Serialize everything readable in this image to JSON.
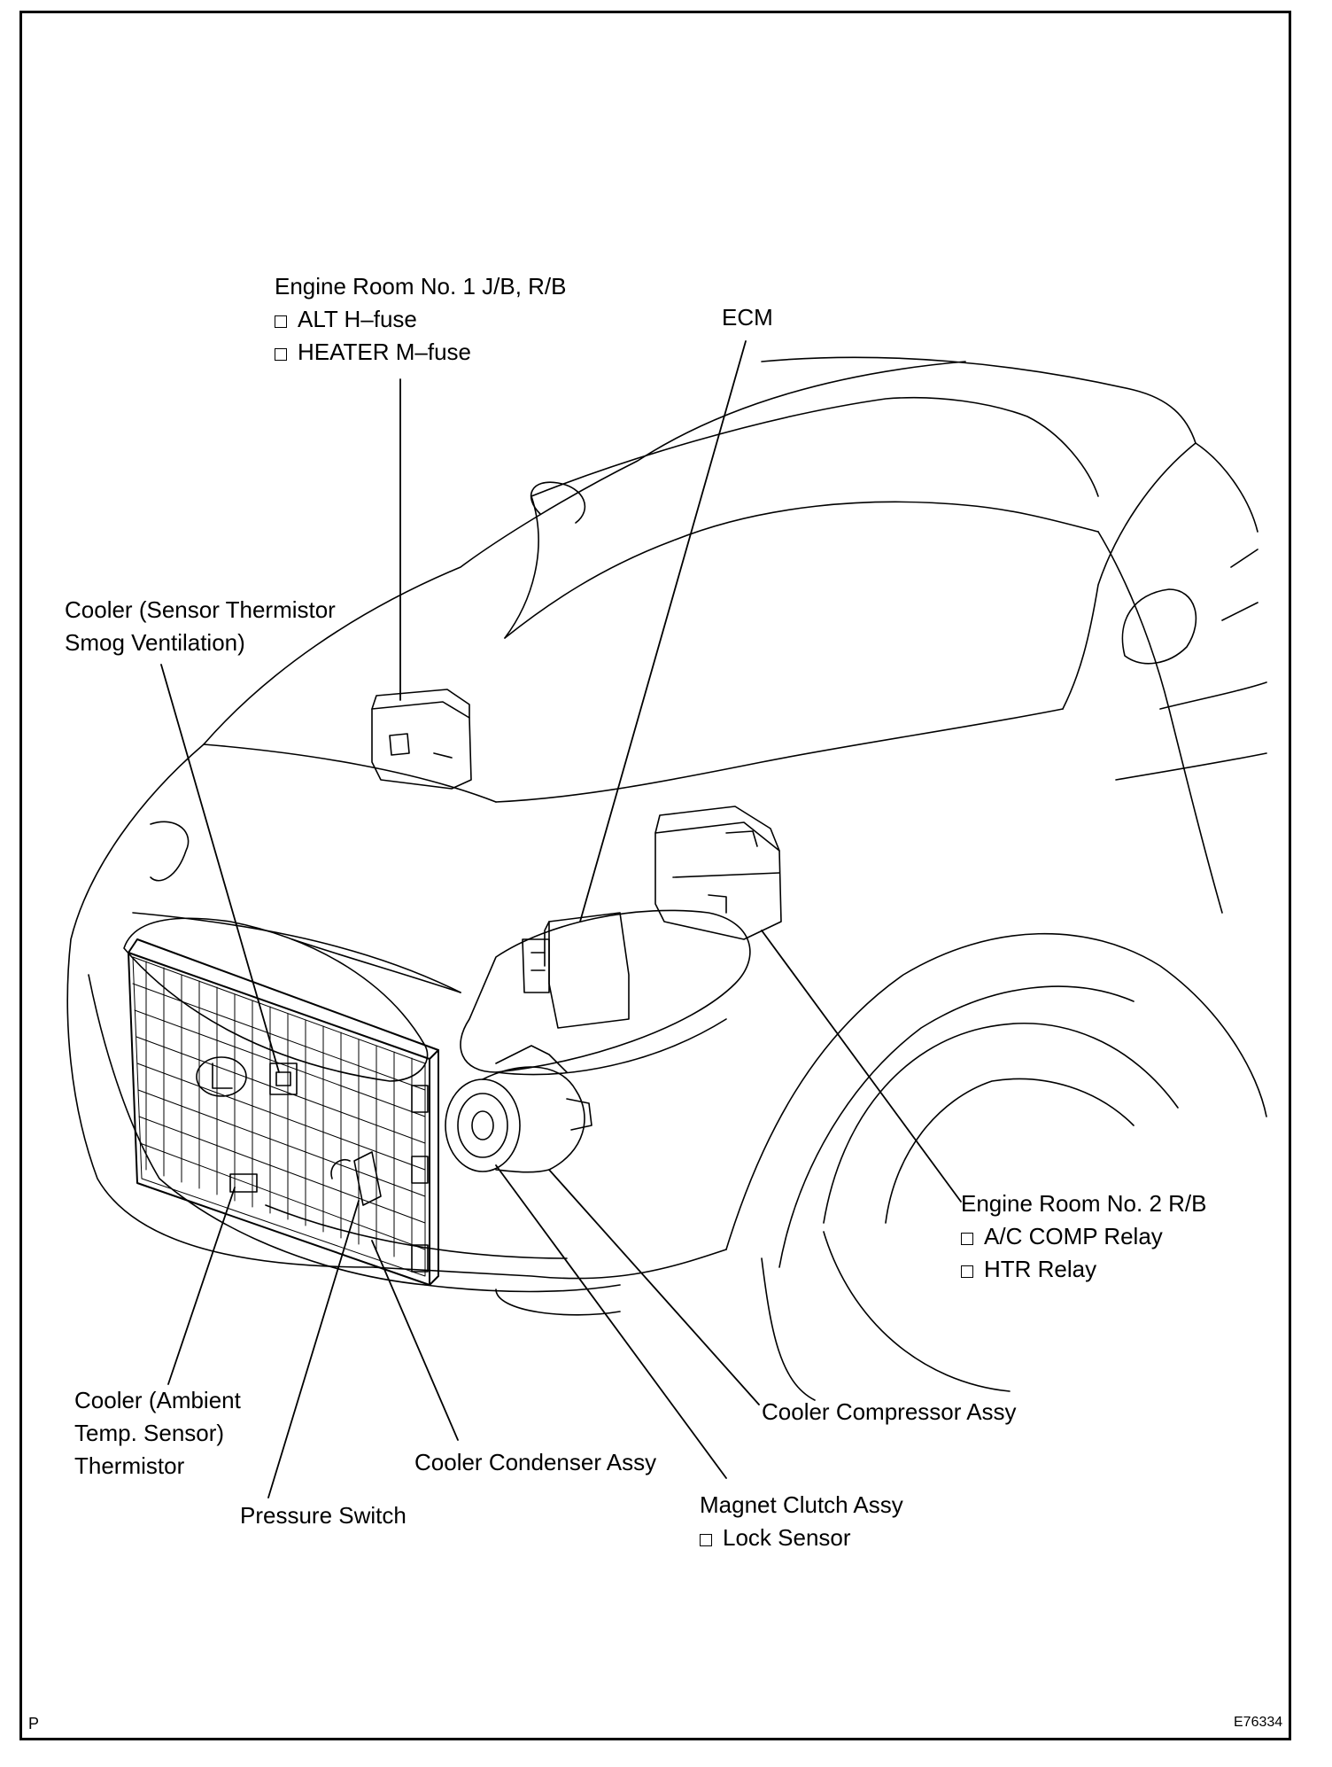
{
  "labels": {
    "jb1": {
      "title": "Engine Room No. 1 J/B, R/B",
      "items": [
        "ALT H–fuse",
        "HEATER M–fuse"
      ]
    },
    "ecm": {
      "title": "ECM"
    },
    "cooler_sensor": {
      "lines": [
        "Cooler (Sensor Thermistor",
        "Smog Ventilation)"
      ]
    },
    "rb2": {
      "title": "Engine Room No. 2 R/B",
      "items": [
        "A/C COMP Relay",
        "HTR Relay"
      ]
    },
    "ambient": {
      "lines": [
        "Cooler (Ambient",
        "Temp. Sensor)",
        "Thermistor"
      ]
    },
    "compressor": {
      "title": "Cooler Compressor Assy"
    },
    "condenser": {
      "title": "Cooler Condenser Assy"
    },
    "pressure": {
      "title": "Pressure Switch"
    },
    "clutch": {
      "title": "Magnet Clutch Assy",
      "items": [
        "Lock Sensor"
      ]
    }
  },
  "corner_left": "P",
  "figure_id": "E76334"
}
